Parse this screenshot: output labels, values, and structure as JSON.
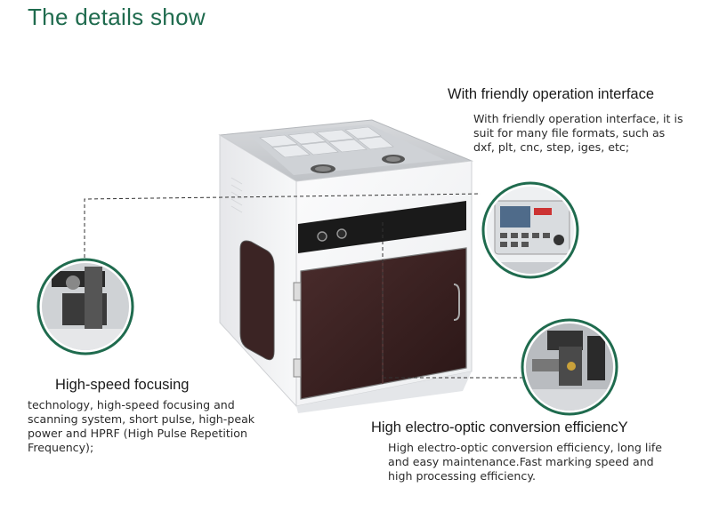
{
  "heading": "The details show",
  "features": {
    "interface": {
      "title": "With friendly operation interface",
      "body": "With friendly operation interface, it is suit for many file formats, such as dxf, plt, cnc, step, iges, etc;"
    },
    "focusing": {
      "title": "High-speed focusing",
      "body": "technology, high-speed focusing and scanning system, short pulse, high-peak power and HPRF (High Pulse Repetition Frequency);"
    },
    "conversion": {
      "title": "High electro-optic conversion efficiencY",
      "body": "High electro-optic conversion efficiency, long life and easy maintenance.Fast marking speed and high processing efficiency."
    }
  },
  "colors": {
    "heading": "#1f6b4e",
    "callout_ring": "#1f6b4e",
    "cabinet_body": "#f3f4f6",
    "door": "#3a1f1f"
  },
  "icons": {
    "control_panel_detail": "control-panel-detail-icon",
    "focusing_detail": "focusing-module-detail-icon",
    "laser_source_detail": "laser-source-detail-icon"
  }
}
